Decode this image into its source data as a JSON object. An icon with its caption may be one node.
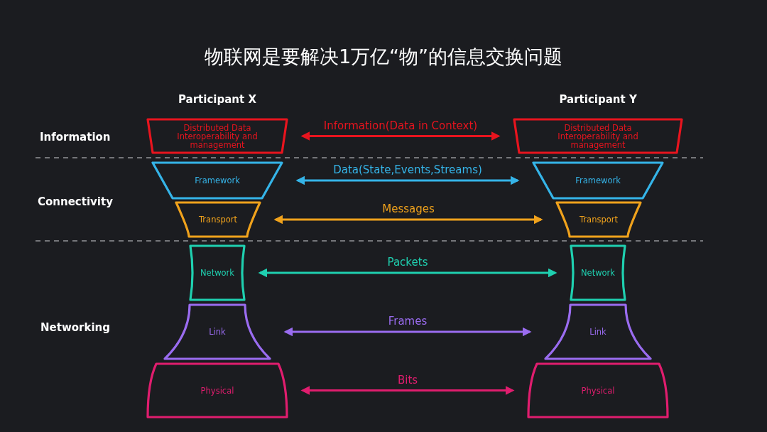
{
  "diagram": {
    "title": "物联网是要解决1万亿“物”的信息交换问题",
    "nodes": [
      {
        "text": [
          "Distributed Data Interoperability and management"
        ]
      },
      {
        "text": [
          "Distributed Data Interoperability and management"
        ]
      },
      {
        "text": [
          "Framework"
        ]
      },
      {
        "text": [
          "Framework"
        ]
      },
      {
        "text": [
          "Transport"
        ]
      },
      {
        "text": [
          "Transport"
        ]
      },
      {
        "text": [
          "Network"
        ]
      },
      {
        "text": [
          "Network"
        ]
      },
      {
        "text": [
          "Link"
        ]
      },
      {
        "text": [
          "Link"
        ]
      },
      {
        "text": [
          "Physical"
        ]
      },
      {
        "text": [
          "Physical"
        ]
      }
    ],
    "edges": [
      {
        "from": 0,
        "to": 1,
        "arrow": "both",
        "label": "Information(Data in Context)",
        "color": "#e8141e"
      },
      {
        "from": 2,
        "to": 3,
        "arrow": "both",
        "label": "Data(State,Events,Streams)",
        "color": "#35b4e8"
      },
      {
        "from": 4,
        "to": 5,
        "arrow": "both",
        "label": "Messages",
        "color": "#f0a21c"
      },
      {
        "from": 6,
        "to": 7,
        "arrow": "both",
        "label": "Packets",
        "color": "#1fd0b0"
      },
      {
        "from": 8,
        "to": 9,
        "arrow": "both",
        "label": "Frames",
        "color": "#9a6cf0"
      },
      {
        "from": 10,
        "to": 11,
        "arrow": "both",
        "label": "Bits",
        "color": "#e01d6e"
      }
    ],
    "labels": [
      "Participant X",
      "Participant Y",
      "Information",
      "Connectivity",
      "Networking"
    ]
  }
}
